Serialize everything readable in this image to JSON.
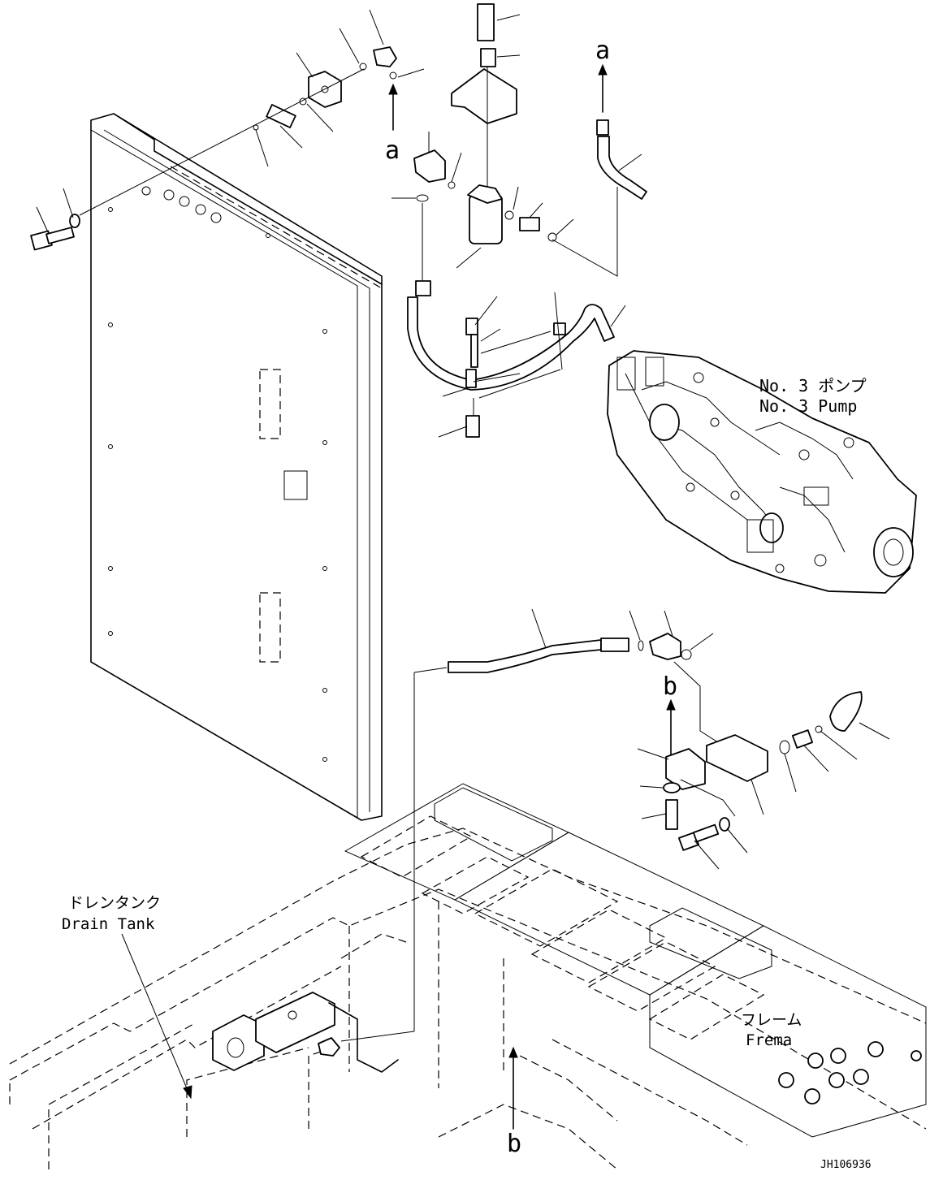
{
  "labels": {
    "arrow_a_top": "a",
    "arrow_a_left": "a",
    "arrow_b_mid": "b",
    "arrow_b_bottom": "b",
    "pump_jp": "No. 3 ポンプ",
    "pump_en": "No. 3 Pump",
    "drain_jp": "ドレンタンク",
    "drain_en": "Drain Tank",
    "frame_jp": "フレーム",
    "frame_en": "Frema",
    "drawing_no": "JH106936"
  }
}
